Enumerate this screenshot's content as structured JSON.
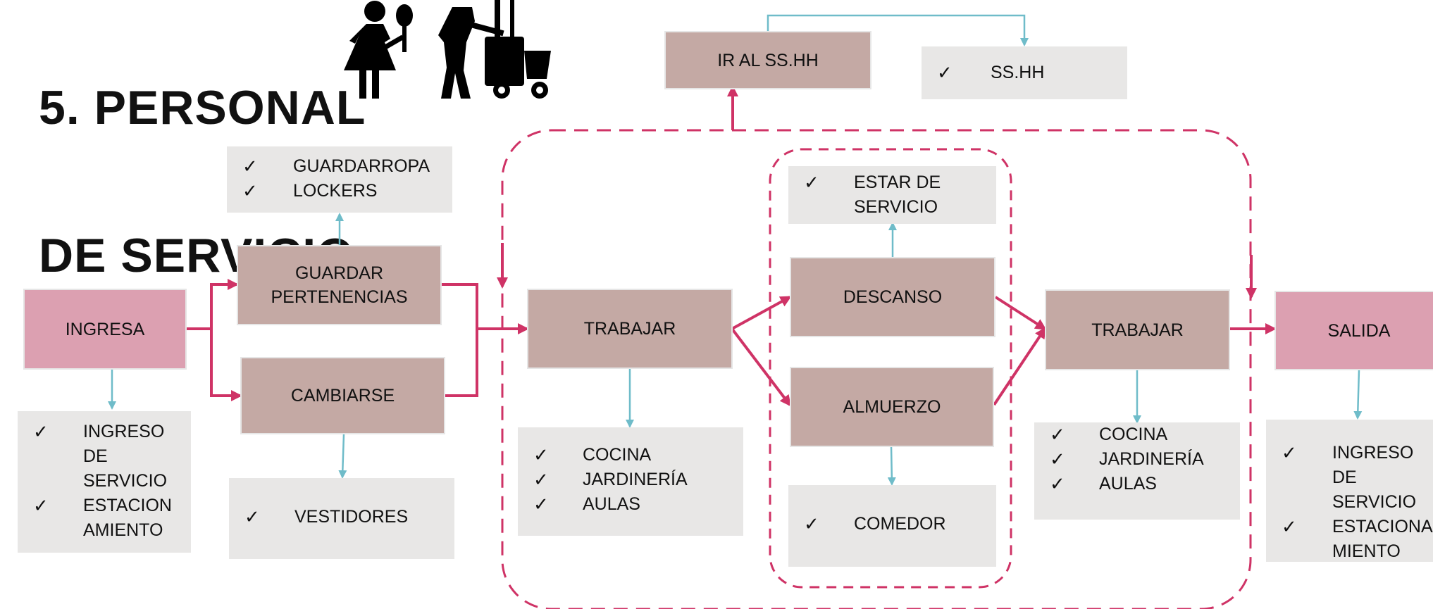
{
  "title": {
    "line1": "5. PERSONAL",
    "line2": "DE SERVICIO"
  },
  "icons": [
    "maid-icon",
    "janitor-cart-icon"
  ],
  "colors": {
    "process": "#c4a9a4",
    "terminal": "#dca0b1",
    "note": "#e8e7e6",
    "flow": "#cf3366",
    "link": "#6fbcc9"
  },
  "nodes": {
    "ingresa": "INGRESA",
    "guardar": "GUARDAR\nPERTENENCIAS",
    "cambiarse": "CAMBIARSE",
    "trabajar1": "TRABAJAR",
    "descanso": "DESCANSO",
    "almuerzo": "ALMUERZO",
    "trabajar2": "TRABAJAR",
    "salida": "SALIDA",
    "ssHH": "IR AL SS.HH"
  },
  "notes": {
    "ssHH": [
      "SS.HH"
    ],
    "guardarropa": [
      "GUARDARROPA",
      "LOCKERS"
    ],
    "ingresa": [
      "INGRESO\nDE\nSERVICIO",
      "ESTACION\nAMIENTO"
    ],
    "vestidores": [
      "VESTIDORES"
    ],
    "trabajar1": [
      "COCINA",
      "JARDINERÍA",
      "AULAS"
    ],
    "estar": [
      "ESTAR DE\nSERVICIO"
    ],
    "comedor": [
      "COMEDOR"
    ],
    "trabajar2": [
      "COCINA",
      "JARDINERÍA",
      "AULAS"
    ],
    "salida": [
      "INGRESO DE\nSERVICIO",
      "ESTACIONA\nMIENTO"
    ]
  },
  "check_mark": "✓"
}
